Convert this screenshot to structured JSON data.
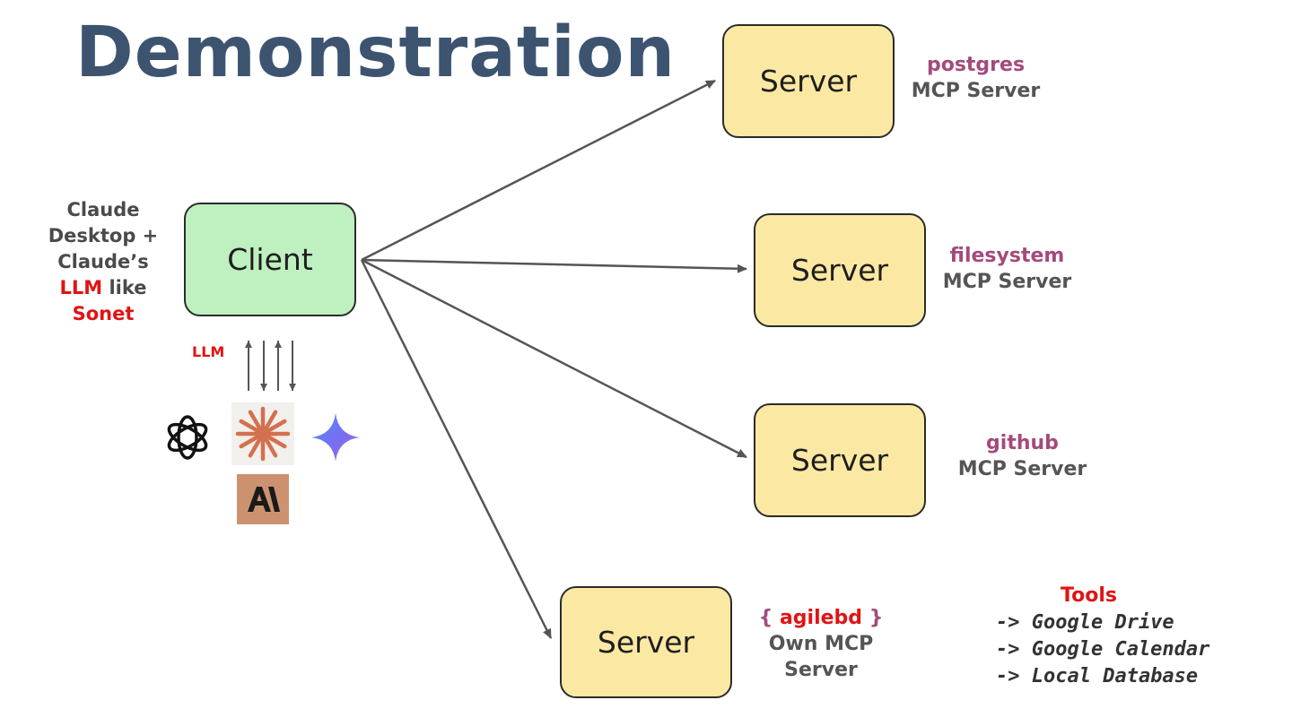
{
  "title": "Demonstration",
  "client": {
    "label": "Client"
  },
  "client_desc": {
    "line1": "Claude",
    "line2": "Desktop +",
    "line3": "Claude’s",
    "line4_red": "LLM",
    "line4_rest": " like",
    "line5_red": "Sonet"
  },
  "llm_tag": "LLM",
  "servers": [
    {
      "label": "Server",
      "name": "postgres",
      "caption": "MCP Server"
    },
    {
      "label": "Server",
      "name": "filesystem",
      "caption": "MCP Server"
    },
    {
      "label": "Server",
      "name": "github",
      "caption": "MCP Server"
    },
    {
      "label": "Server",
      "brace_open": "{ ",
      "name": "agilebd",
      "brace_close": " }",
      "caption1": "Own MCP",
      "caption2": "Server"
    }
  ],
  "tools": {
    "title": "Tools",
    "items": [
      "-> Google Drive",
      "-> Google Calendar",
      "-> Local Database"
    ]
  },
  "icons": [
    "openai-logo-icon",
    "claude-starburst-icon",
    "gemini-sparkle-icon",
    "anthropic-logo-icon"
  ],
  "colors": {
    "client_fill": "#bff0bf",
    "server_fill": "#fbe9a3",
    "title": "#3d5470",
    "server_name": "#a34b7c",
    "highlight_red": "#e01414"
  }
}
